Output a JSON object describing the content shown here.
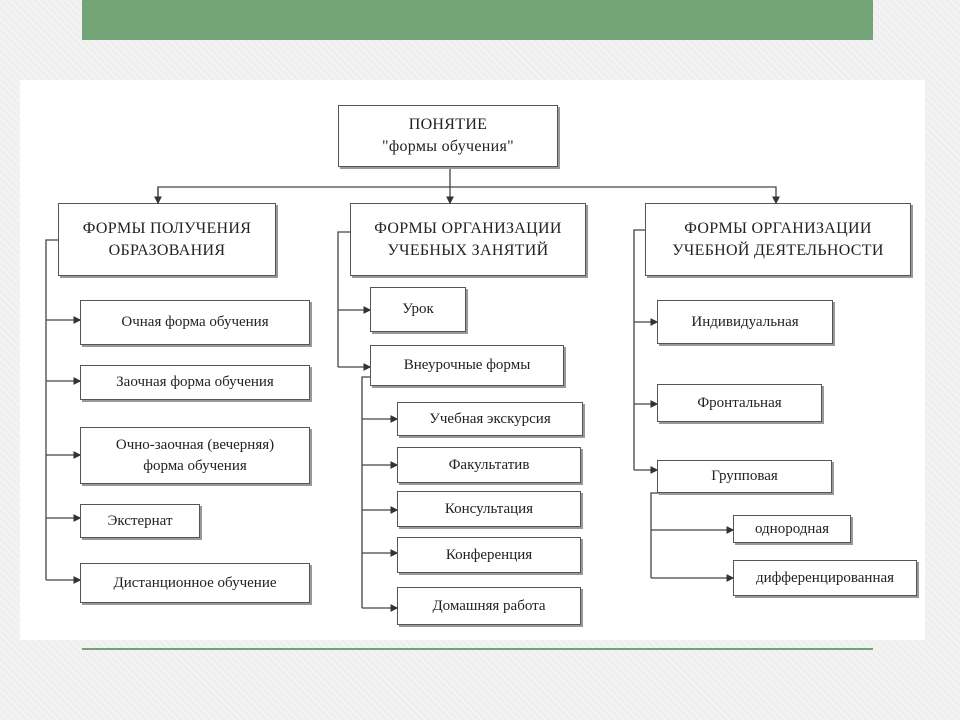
{
  "root": "ПОНЯТИЕ\n\"формы обучения\"",
  "columns": [
    {
      "title": "ФОРМЫ ПОЛУЧЕНИЯ\nОБРАЗОВАНИЯ",
      "items": [
        "Очная форма обучения",
        "Заочная форма обучения",
        "Очно-заочная (вечерняя)\n          форма обучения",
        "Экстернат",
        "Дистанционное обучение"
      ]
    },
    {
      "title": "ФОРМЫ ОРГАНИЗАЦИИ\nУЧЕБНЫХ ЗАНЯТИЙ",
      "items": [
        "Урок",
        "Внеурочные формы"
      ],
      "subitems": [
        "Учебная экскурсия",
        "Факультатив",
        "Консультация",
        "Конференция",
        "Домашняя работа"
      ]
    },
    {
      "title": "ФОРМЫ ОРГАНИЗАЦИИ\nУЧЕБНОЙ ДЕЯТЕЛЬНОСТИ",
      "items": [
        "Индивидуальная",
        "Фронтальная",
        "Групповая"
      ],
      "subitems": [
        "однородная",
        "дифференцированная"
      ]
    }
  ]
}
